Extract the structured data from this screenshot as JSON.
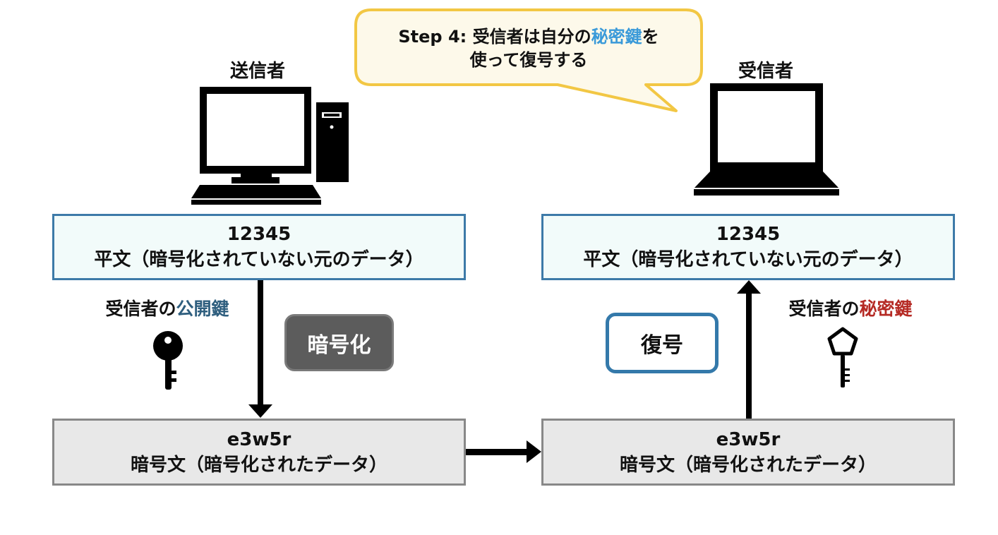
{
  "callout": {
    "prefix": "Step 4: 受信者は自分の",
    "highlight": "秘密鍵",
    "suffix": "を",
    "line2": "使って復号する",
    "highlight_color": "#3a9ad9",
    "border_color": "#f2c744",
    "fill_color": "#fdf9ea"
  },
  "sender": {
    "title": "送信者",
    "icon": "desktop-computer-icon",
    "plaintext": {
      "value": "12345",
      "caption": "平文（暗号化されていない元のデータ）"
    },
    "key_label": {
      "owner": "受信者の",
      "key": "公開鍵",
      "key_color": "#2e5e7e"
    },
    "key_icon": "round-key-icon",
    "step_label": "暗号化",
    "ciphertext": {
      "value": "e3w5r",
      "caption": "暗号文（暗号化されたデータ）"
    }
  },
  "receiver": {
    "title": "受信者",
    "icon": "laptop-computer-icon",
    "plaintext": {
      "value": "12345",
      "caption": "平文（暗号化されていない元のデータ）"
    },
    "key_label": {
      "owner": "受信者の",
      "key": "秘密鍵",
      "key_color": "#b52a24"
    },
    "key_icon": "pentagon-key-icon",
    "step_label": "復号",
    "ciphertext": {
      "value": "e3w5r",
      "caption": "暗号文（暗号化されたデータ）"
    }
  },
  "colors": {
    "plain_border": "#3d7aa8",
    "plain_fill": "#f2fbfa",
    "cipher_border": "#888888",
    "cipher_fill": "#e8e8e8",
    "encrypt_fill": "#5c5c5c",
    "decrypt_border": "#3479aa"
  }
}
